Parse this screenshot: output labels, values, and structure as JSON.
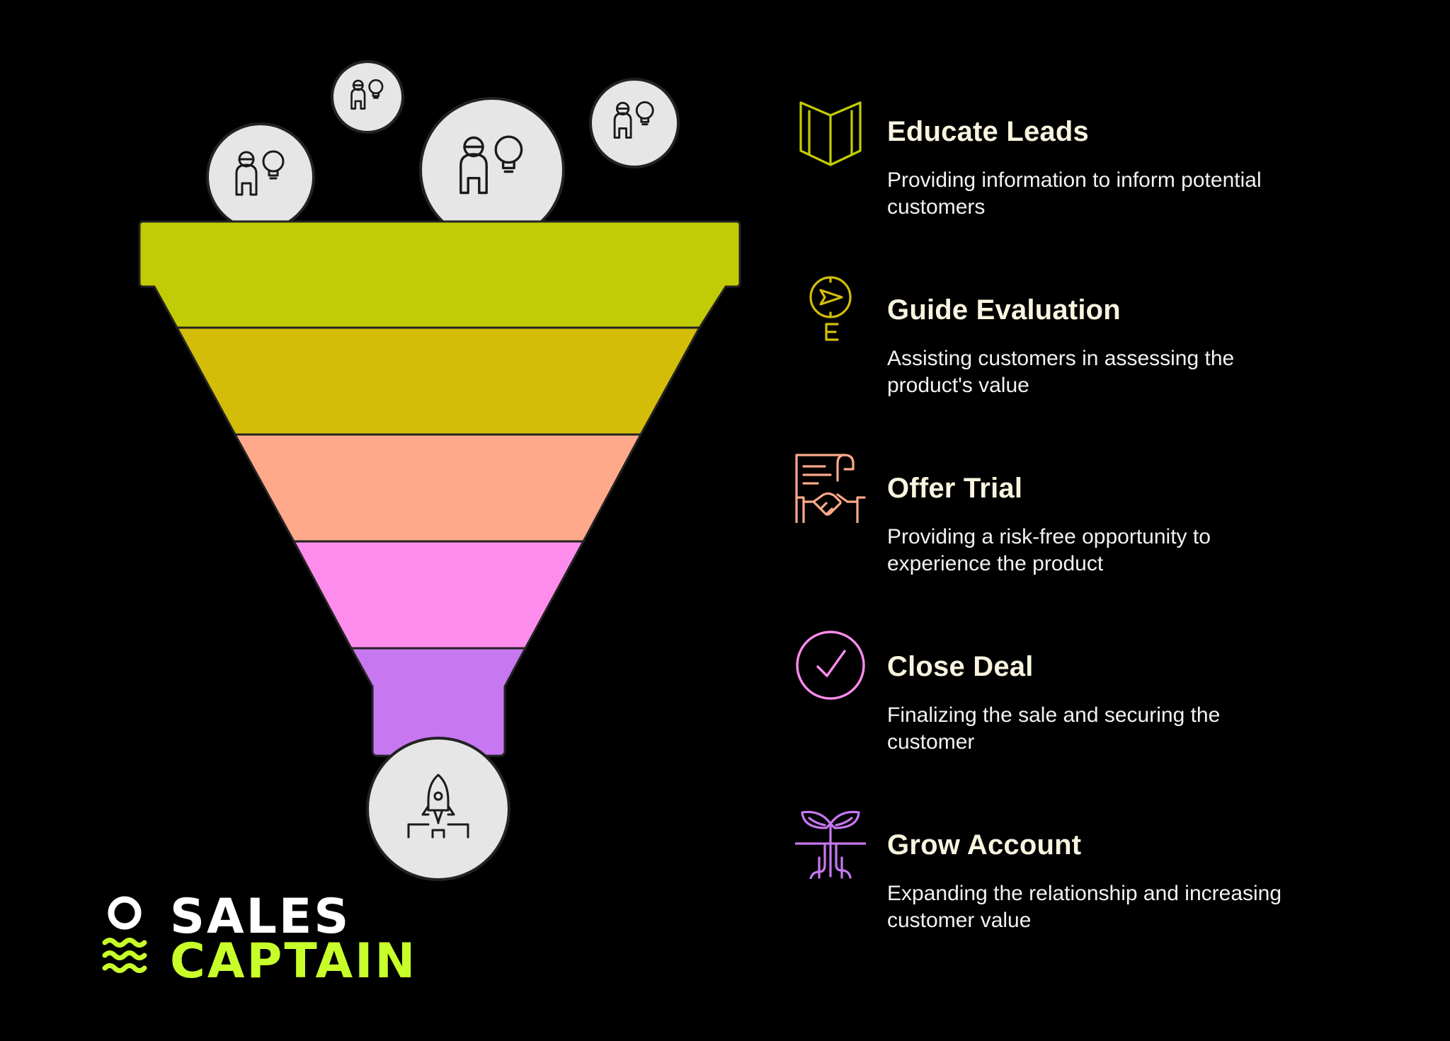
{
  "colors": {
    "background": "#000000",
    "stage_1": "#c2cc06",
    "stage_2": "#d4bd09",
    "stage_3": "#fda98a",
    "stage_4": "#fd8cec",
    "stage_5": "#c778f0",
    "circle_fill": "#e6e6e6",
    "logo_white": "#ffffff",
    "logo_green": "#c7ff2a"
  },
  "funnel": {
    "top_icons": [
      "person-idea-icon",
      "person-idea-icon",
      "person-idea-icon",
      "person-idea-icon"
    ],
    "bottom_icon": "rocket-launch-icon"
  },
  "stages": [
    {
      "title": "Educate Leads",
      "description": "Providing information to inform potential customers",
      "icon": "book-icon",
      "color": "#c2cc06"
    },
    {
      "title": "Guide Evaluation",
      "description": "Assisting customers in assessing the product's value",
      "icon": "compass-icon",
      "color": "#d4bd09"
    },
    {
      "title": "Offer Trial",
      "description": "Providing a risk-free opportunity to experience the product",
      "icon": "contract-handshake-icon",
      "color": "#fda98a"
    },
    {
      "title": "Close Deal",
      "description": "Finalizing the sale and securing the customer",
      "icon": "check-circle-icon",
      "color": "#fd8cec"
    },
    {
      "title": "Grow Account",
      "description": "Expanding the relationship and increasing customer value",
      "icon": "plant-growth-icon",
      "color": "#c778f0"
    }
  ],
  "logo": {
    "line1": "SALES",
    "line2": "CAPTAIN",
    "icon": "captain-logo-icon"
  }
}
